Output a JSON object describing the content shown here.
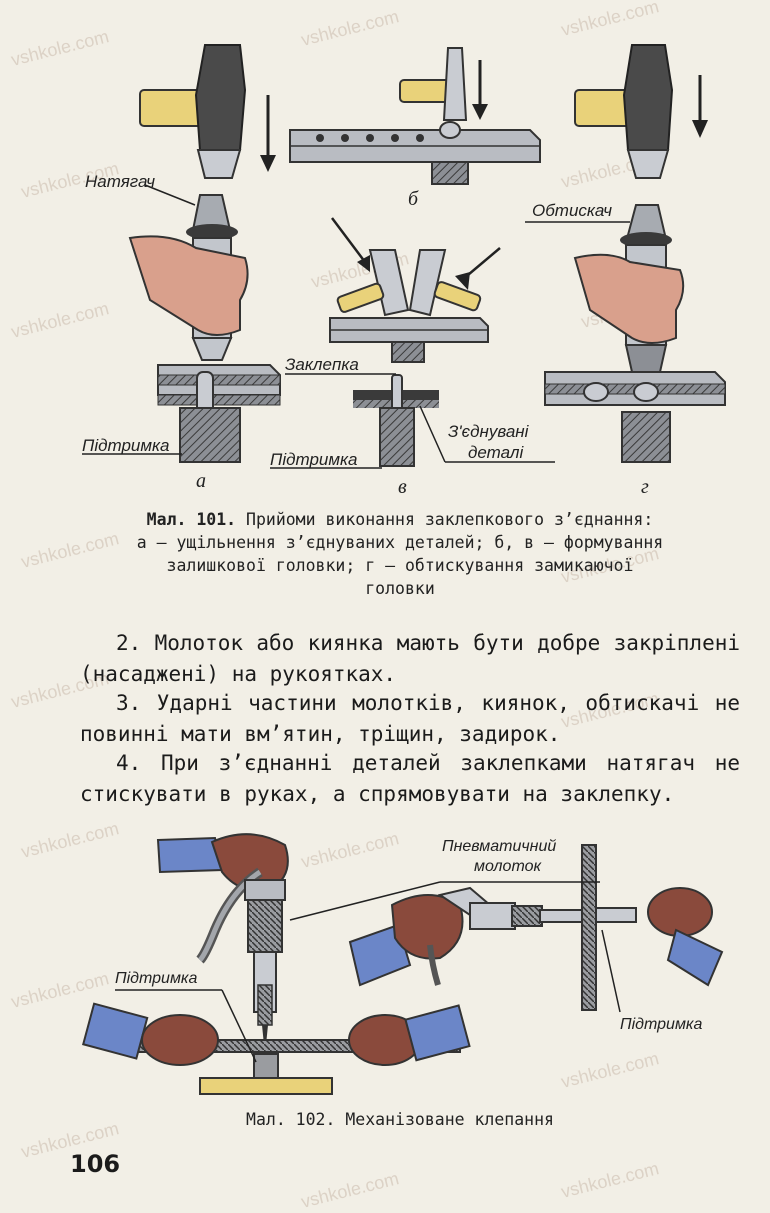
{
  "figure101": {
    "labels": {
      "natiahach": "Натягач",
      "obtyskach": "Обтискач",
      "zaklepka": "Заклепка",
      "pidtrymka_a": "Підтримка",
      "pidtrymka_v": "Підтримка",
      "ziednuvani_line1": "З'єднувані",
      "ziednuvani_line2": "деталі"
    },
    "sub_labels": {
      "a": "а",
      "b": "б",
      "v": "в",
      "g": "г"
    },
    "caption": {
      "title": "Мал. 101.",
      "line1": "Прийоми виконання заклепкового з’єднання:",
      "line2": "а – ущільнення з’єднуваних деталей; б, в – формування",
      "line3": "залишкової головки; г – обтискування замикаючої",
      "line4": "головки"
    }
  },
  "rules": [
    "2. Молоток або киянка мають бути добре закріплені (насаджені) на рукоятках.",
    "3. Ударні частини молотків, киянок, обтискачі не повинні мати вм’ятин, тріщин, задирок.",
    "4. При з’єднанні деталей заклепками натягач не стискувати в руках, а спрямовувати на заклепку."
  ],
  "figure102": {
    "labels": {
      "pnevmo_line1": "Пневматичний",
      "pnevmo_line2": "молоток",
      "pidtrymka_left": "Підтримка",
      "pidtrymka_right": "Підтримка"
    },
    "caption": "Мал. 102. Механізоване клепання"
  },
  "page_number": "106",
  "watermark": "vshkole.com",
  "colors": {
    "paper": "#f2efe6",
    "steel": "#b9bcc2",
    "dark": "#3a3a3a",
    "wood": "#e9d27a",
    "skin": "#d9a08c",
    "sleeve": "#6b86c8"
  }
}
